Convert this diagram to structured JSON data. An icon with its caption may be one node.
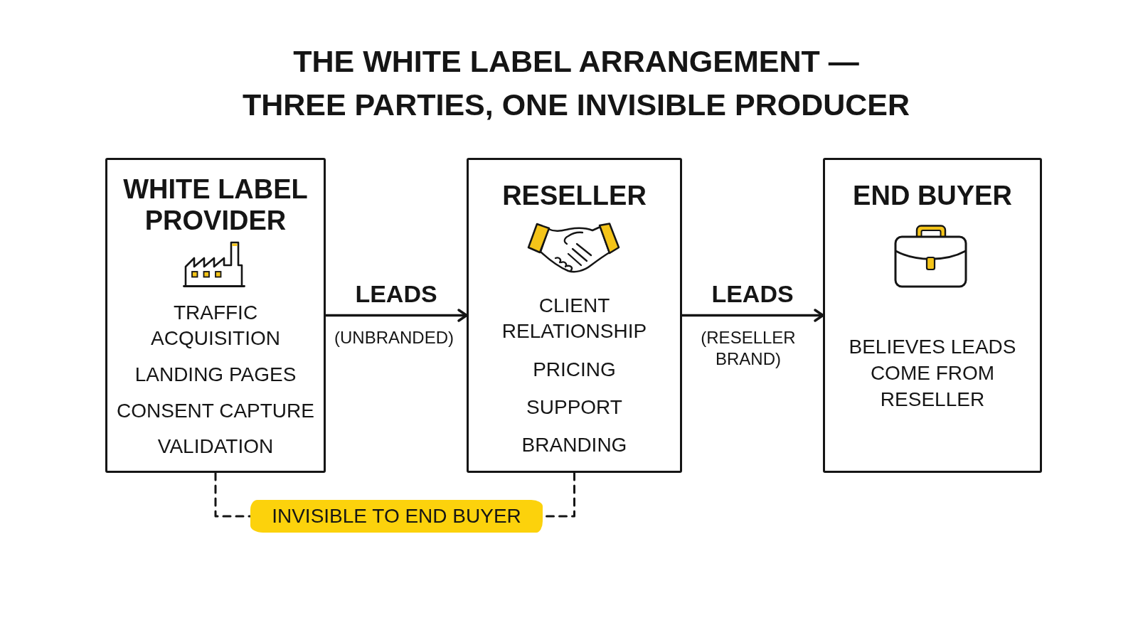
{
  "diagram": {
    "title": "THE WHITE LABEL ARRANGEMENT — THREE PARTIES, ONE INVISIBLE PRODUCER",
    "nodes": [
      {
        "text": [
          "WHITE LABEL PROVIDER",
          "TRAFFIC ACQUISITION",
          "LANDING PAGES",
          "CONSENT CAPTURE",
          "VALIDATION"
        ]
      },
      {
        "text": [
          "RESELLER",
          "CLIENT RELATIONSHIP",
          "PRICING",
          "SUPPORT",
          "BRANDING"
        ]
      },
      {
        "text": [
          "END BUYER",
          "BELIEVES LEADS COME FROM RESELLER"
        ]
      },
      {
        "text": [
          "INVISIBLE TO END BUYER"
        ]
      }
    ],
    "edges": [
      {
        "from": 0,
        "to": 1,
        "arrow": "to",
        "label": "LEADS"
      },
      {
        "from": 1,
        "to": 2,
        "arrow": "to",
        "label": "LEADS"
      },
      {
        "from": 0,
        "to": 3,
        "arrow": "none",
        "style": "dashed"
      },
      {
        "from": 1,
        "to": 3,
        "arrow": "none",
        "style": "dashed"
      }
    ],
    "labels": [
      "(UNBRANDED)",
      "(RESELLER BRAND)"
    ]
  }
}
